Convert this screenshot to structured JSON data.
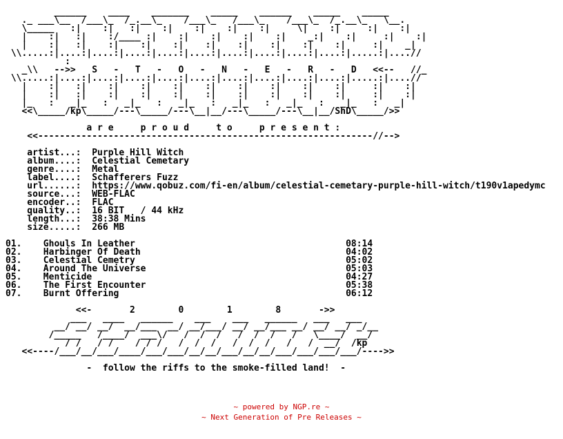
{
  "nfo_lines": [
    "         ______    ____    _______    _____    ______    _____    _____",
    "   ._ ___\\__  /___\\_  /_.__\\_    /___\\_   /___\\_    /___\\_  /_.__\\_   \\__.",
    "   \\_____   :|    :|   :|    :|    :|    :|    :|     \\|    :|     :|    :|",
    "   |    :|   :|    :/____ :|    :|    :|    :|    :|    _:|    :|     :|    :|",
    "   |    :|   :|    :|    :|    :|    :|    :|    :|    :|    :|     :|    _|",
    " \\\\.....:|....:|....:|....:|....:|....:|....:|....:|....:|....:|.....:|....//",
    "           :",
    "   _\\\\   -->>   S   -   T   -   O   -   N   -   E   -   R   -   D   <<--   //_",
    " \\\\.....:|....:|....:|....:|....:|....:|....:|....:|....:|....:|.....:|....//",
    "   |    :|   :|    :|    :|    :|    :|    :|    :|    :|    :|     :|    :|",
    "   |    :|   :|    :|    :|    :|    :|    :|    :|    :|    :|     :|    :|",
    "   |_   :   _|_   :   _|_   :   _|_   :   _|_   :   _|_   :   _|_   :   _|",
    "   <<\\_____/kp\\_____/---\\_____/---\\__|__/---\\_____/---\\__|__/ShD\\_____/>>",
    "",
    "               a r e     p r o u d     t o     p r e s e n t :",
    "    <<--------------------------------------------------------------//-->",
    "",
    "    artist...:  Purple Hill Witch",
    "    album....:  Celestial Cemetary",
    "    genre....:  Metal",
    "    label....:  Schafferers Fuzz",
    "    url......:  https://www.qobuz.com/fi-en/album/celestial-cemetary-purple-hill-witch/t190v1apedymc",
    "    source...:  WEB-FLAC",
    "    encoder..:  FLAC",
    "    quality..:  16 BIT   / 44 kHz",
    "    length...:  38:38 Mins",
    "    size.....:  266 MB",
    "",
    "01.    Ghouls In Leather                                       08:14",
    "02.    Harbinger Of Death                                      04:02",
    "03.    Celestial Cemetry                                       05:02",
    "04.    Around The Universe                                     05:03",
    "05.    Menticide                                               04:27",
    "06.    The First Encounter                                     05:38",
    "07.    Burnt Offering                                          06:12",
    "",
    "             <<-       2        0        1        8       ->>",
    "            ___   ____   ______    ___    ___   ______   ___   ___",
    "         __/ __/ __/  __/___  __/ __/___/ __/ __/___ __/ __/ __/ _/__",
    "        /_____   /____/  ___\\/   /  /  /   /  /  /   /   \\____/  __/",
    "           / /   / /    / / /   /  /  /   /  /  /   /   /  __/  /kp",
    "   <<----/___/__/___/____/___/___/__/__/___/__/__/___/___/___/___/---->>",
    "",
    "               -  follow the riffs to the smoke-filled land!  -"
  ],
  "footer": {
    "line1": "~ powered by NGP.re ~",
    "line2": "~ Next Generation of Pre Releases ~"
  }
}
